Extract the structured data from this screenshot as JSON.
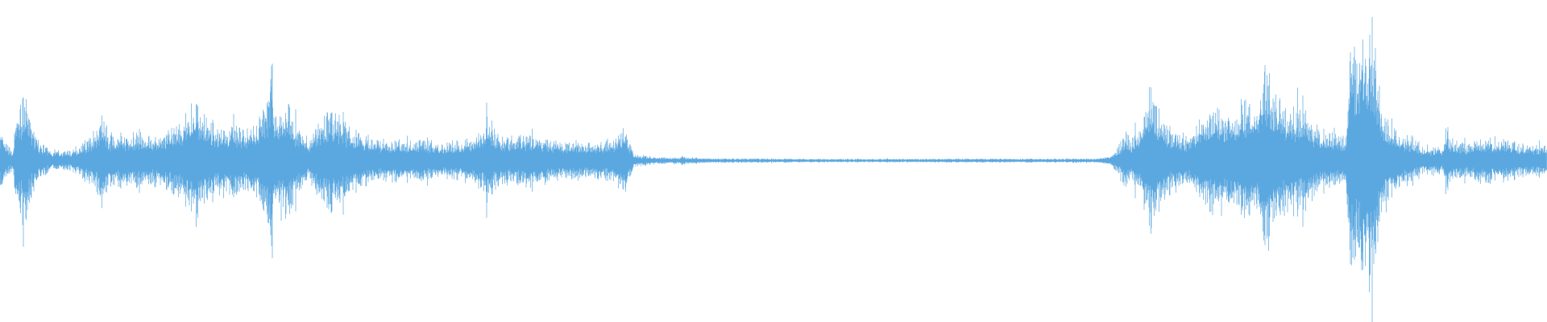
{
  "waveform": {
    "color": "#5BA8E0",
    "background": "#FFFFFF",
    "seed": 7,
    "envelope": [
      [
        0.0,
        0.09
      ],
      [
        0.004,
        0.05
      ],
      [
        0.008,
        0.03
      ],
      [
        0.011,
        0.14
      ],
      [
        0.014,
        0.17
      ],
      [
        0.016,
        0.21
      ],
      [
        0.019,
        0.13
      ],
      [
        0.024,
        0.06
      ],
      [
        0.034,
        0.03
      ],
      [
        0.046,
        0.03
      ],
      [
        0.055,
        0.06
      ],
      [
        0.064,
        0.1
      ],
      [
        0.066,
        0.17
      ],
      [
        0.07,
        0.08
      ],
      [
        0.078,
        0.07
      ],
      [
        0.092,
        0.09
      ],
      [
        0.1,
        0.07
      ],
      [
        0.112,
        0.1
      ],
      [
        0.12,
        0.13
      ],
      [
        0.125,
        0.18
      ],
      [
        0.132,
        0.14
      ],
      [
        0.14,
        0.1
      ],
      [
        0.15,
        0.11
      ],
      [
        0.158,
        0.09
      ],
      [
        0.166,
        0.13
      ],
      [
        0.173,
        0.16
      ],
      [
        0.175,
        0.3
      ],
      [
        0.178,
        0.14
      ],
      [
        0.182,
        0.13
      ],
      [
        0.185,
        0.21
      ],
      [
        0.19,
        0.12
      ],
      [
        0.2,
        0.06
      ],
      [
        0.206,
        0.12
      ],
      [
        0.213,
        0.15
      ],
      [
        0.22,
        0.13
      ],
      [
        0.228,
        0.09
      ],
      [
        0.236,
        0.08
      ],
      [
        0.25,
        0.06
      ],
      [
        0.27,
        0.07
      ],
      [
        0.285,
        0.05
      ],
      [
        0.3,
        0.06
      ],
      [
        0.312,
        0.09
      ],
      [
        0.315,
        0.15
      ],
      [
        0.32,
        0.08
      ],
      [
        0.33,
        0.07
      ],
      [
        0.337,
        0.08
      ],
      [
        0.346,
        0.07
      ],
      [
        0.36,
        0.06
      ],
      [
        0.372,
        0.06
      ],
      [
        0.378,
        0.05
      ],
      [
        0.39,
        0.06
      ],
      [
        0.398,
        0.07
      ],
      [
        0.401,
        0.09
      ],
      [
        0.404,
        0.1
      ],
      [
        0.407,
        0.06
      ],
      [
        0.41,
        0.02
      ],
      [
        0.425,
        0.01
      ],
      [
        0.44,
        0.01
      ],
      [
        0.441,
        0.018
      ],
      [
        0.443,
        0.01
      ],
      [
        0.46,
        0.007
      ],
      [
        0.5,
        0.006
      ],
      [
        0.56,
        0.005
      ],
      [
        0.62,
        0.006
      ],
      [
        0.68,
        0.006
      ],
      [
        0.71,
        0.007
      ],
      [
        0.718,
        0.015
      ],
      [
        0.723,
        0.04
      ],
      [
        0.727,
        0.08
      ],
      [
        0.731,
        0.06
      ],
      [
        0.736,
        0.1
      ],
      [
        0.74,
        0.18
      ],
      [
        0.745,
        0.21
      ],
      [
        0.749,
        0.14
      ],
      [
        0.755,
        0.1
      ],
      [
        0.762,
        0.08
      ],
      [
        0.768,
        0.07
      ],
      [
        0.776,
        0.12
      ],
      [
        0.785,
        0.16
      ],
      [
        0.795,
        0.14
      ],
      [
        0.805,
        0.19
      ],
      [
        0.812,
        0.17
      ],
      [
        0.818,
        0.28
      ],
      [
        0.824,
        0.2
      ],
      [
        0.832,
        0.15
      ],
      [
        0.84,
        0.15
      ],
      [
        0.848,
        0.11
      ],
      [
        0.856,
        0.09
      ],
      [
        0.864,
        0.07
      ],
      [
        0.87,
        0.08
      ],
      [
        0.873,
        0.38
      ],
      [
        0.877,
        0.3
      ],
      [
        0.882,
        0.36
      ],
      [
        0.887,
        0.4
      ],
      [
        0.892,
        0.2
      ],
      [
        0.898,
        0.12
      ],
      [
        0.905,
        0.09
      ],
      [
        0.912,
        0.06
      ],
      [
        0.92,
        0.04
      ],
      [
        0.933,
        0.04
      ],
      [
        0.935,
        0.09
      ],
      [
        0.939,
        0.06
      ],
      [
        0.948,
        0.05
      ],
      [
        0.96,
        0.07
      ],
      [
        0.972,
        0.06
      ],
      [
        0.985,
        0.05
      ],
      [
        1.0,
        0.04
      ]
    ]
  }
}
